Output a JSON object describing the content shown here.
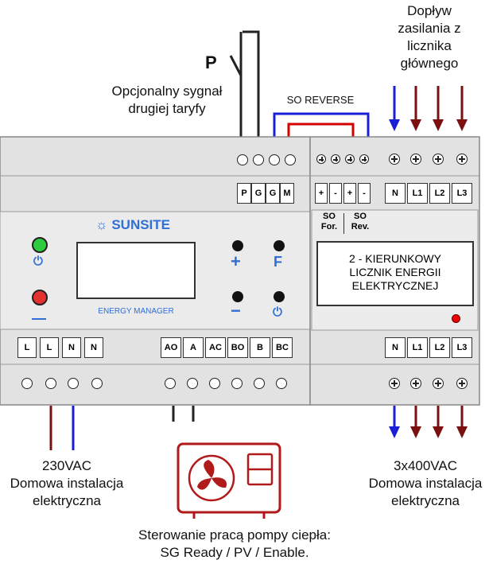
{
  "labels": {
    "inflow": [
      "Dopływ",
      "zasilania z",
      "licznika",
      "głównego"
    ],
    "p": "P",
    "opt_signal": [
      "Opcjonalny sygnał",
      "drugiej taryfy"
    ],
    "so_reverse": "SO REVERSE",
    "left_supply": [
      "230VAC",
      "Domowa instalacja",
      "elektryczna"
    ],
    "right_supply": [
      "3x400VAC",
      "Domowa instalacja",
      "elektryczna"
    ],
    "control": [
      "Sterowanie pracą pompy ciepła:",
      "SG Ready / PV / Enable."
    ]
  },
  "em": {
    "brand": "SUNSITE",
    "footer": "ENERGY MANAGER",
    "top_boxes": [
      "P",
      "G",
      "G",
      "M"
    ],
    "bottom_left_boxes": [
      "L",
      "L",
      "N",
      "N"
    ],
    "bottom_right_boxes": [
      "AO",
      "A",
      "AC",
      "BO",
      "B",
      "BC"
    ],
    "btn_plus": "+",
    "btn_f": "F",
    "btn_minus": "−",
    "btn_power": "⏻",
    "led_power": "⏻"
  },
  "meter": {
    "top_small": [
      "+",
      "-",
      "+",
      "-"
    ],
    "top_big": [
      "N",
      "L1",
      "L2",
      "L3"
    ],
    "so_for": [
      "SO",
      "For."
    ],
    "so_rev": [
      "SO",
      "Rev."
    ],
    "display": [
      "2 - KIERUNKOWY",
      "LICZNIK ENERGII",
      "ELEKTRYCZNEJ"
    ],
    "bottom_big": [
      "N",
      "L1",
      "L2",
      "L3"
    ]
  },
  "colors": {
    "blue": "#1a1fd6",
    "brown": "#7a1010",
    "red": "#d40000",
    "brand": "#2f6fd6",
    "panel": "#e2e2e2"
  }
}
